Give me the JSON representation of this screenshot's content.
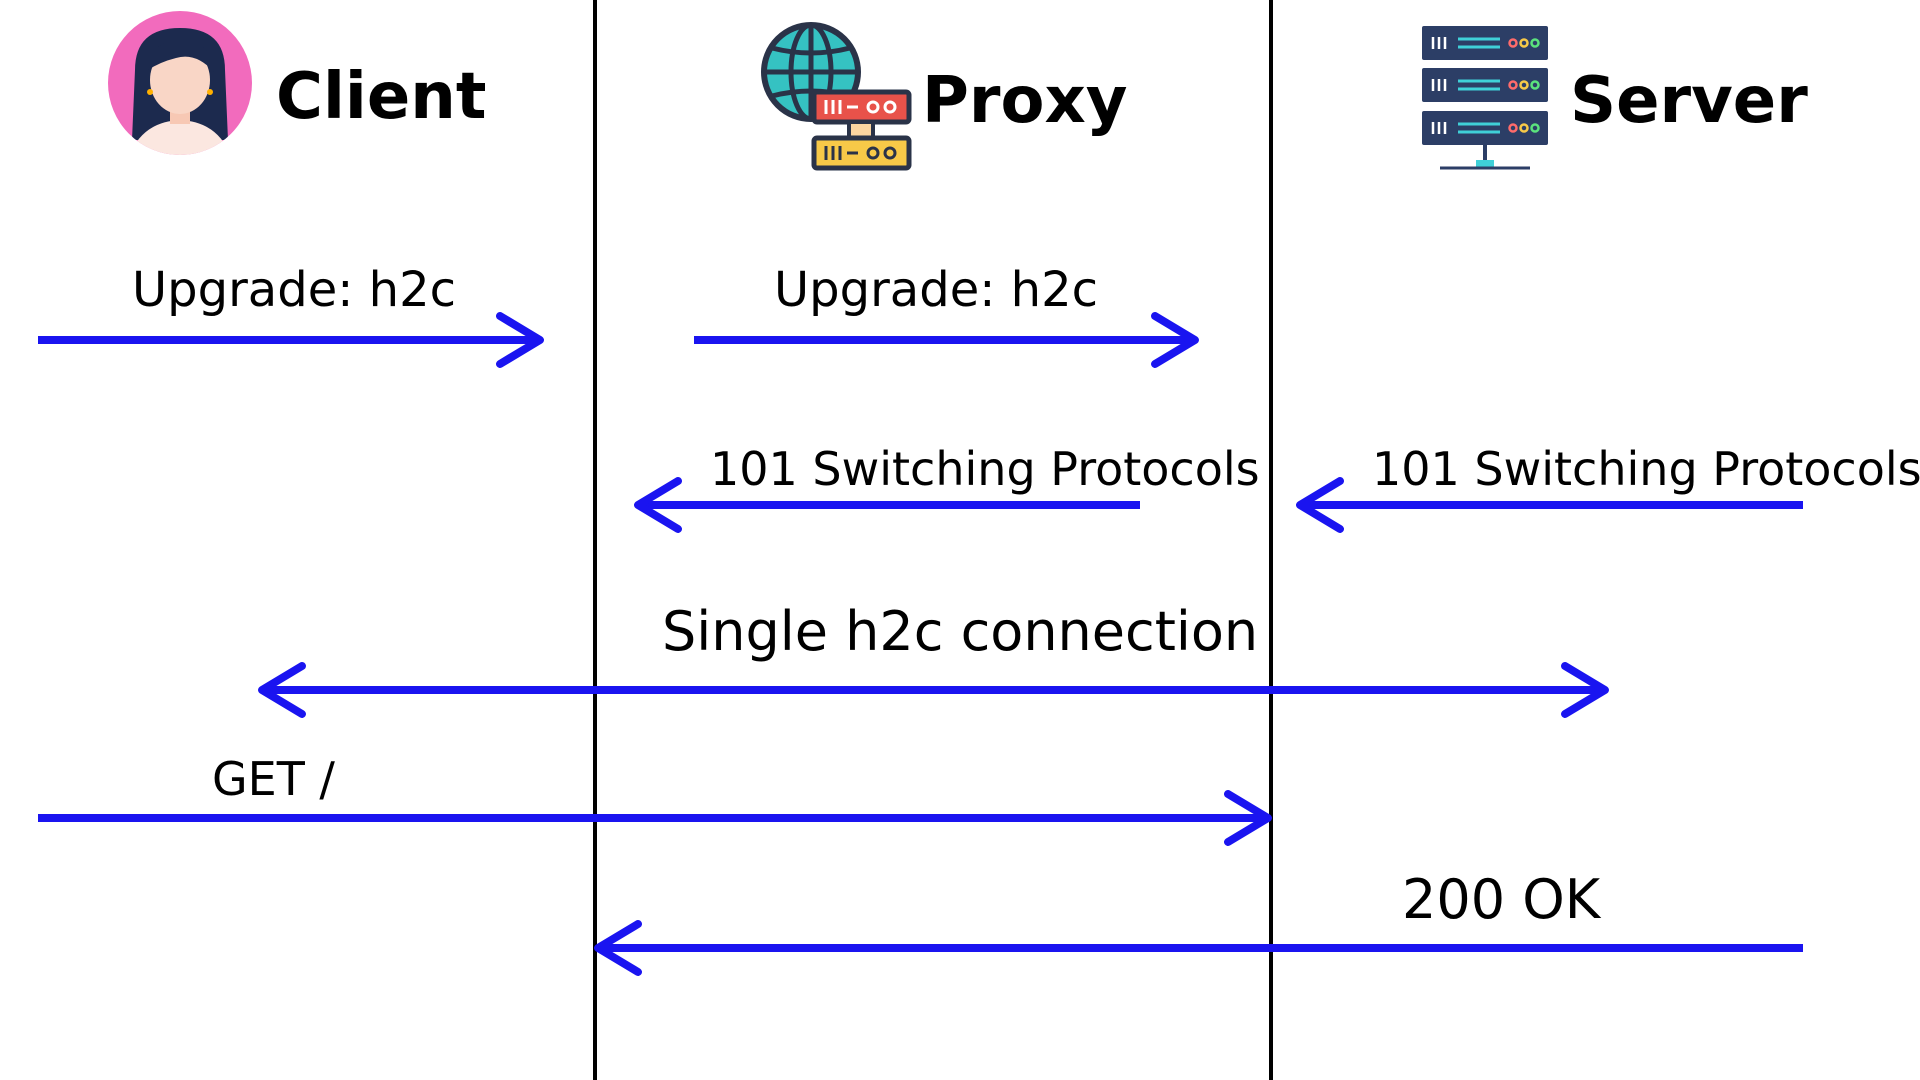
{
  "colors": {
    "arrow": "#1a14f0",
    "lifeline": "#000000",
    "background": "#ffffff"
  },
  "actors": [
    {
      "id": "client",
      "label": "Client",
      "icon": "woman-avatar-icon"
    },
    {
      "id": "proxy",
      "label": "Proxy",
      "icon": "globe-server-icon"
    },
    {
      "id": "server",
      "label": "Server",
      "icon": "server-rack-icon"
    }
  ],
  "messages": [
    {
      "id": "upgrade-client-proxy",
      "label": "Upgrade: h2c",
      "direction": "right"
    },
    {
      "id": "upgrade-proxy-server",
      "label": "Upgrade: h2c",
      "direction": "right"
    },
    {
      "id": "switch-proxy-client",
      "label": "101 Switching Protocols",
      "direction": "left"
    },
    {
      "id": "switch-server-proxy",
      "label": "101 Switching Protocols",
      "direction": "left"
    },
    {
      "id": "single-connection",
      "label": "Single h2c connection",
      "direction": "both"
    },
    {
      "id": "get-request",
      "label": "GET /",
      "direction": "right"
    },
    {
      "id": "ok-response",
      "label": "200 OK",
      "direction": "left"
    }
  ]
}
